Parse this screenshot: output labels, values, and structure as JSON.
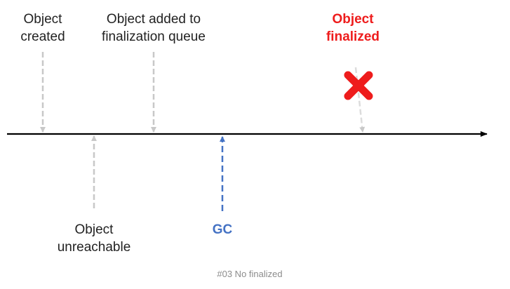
{
  "diagram": {
    "caption": "#03 No finalized",
    "colors": {
      "axis": "#000000",
      "gray_arrow": "#c8c8c8",
      "gc": "#4472c4",
      "finalized": "#ee1c1c",
      "text": "#222222",
      "caption": "#8c8c8c"
    },
    "events": {
      "created": {
        "label": "Object\ncreated"
      },
      "queue": {
        "label": "Object added to\nfinalization queue"
      },
      "finalized": {
        "label": "Object\nfinalized",
        "marker": "cross-icon"
      },
      "unreachable": {
        "label": "Object\nunreachable"
      },
      "gc": {
        "label": "GC"
      }
    }
  }
}
